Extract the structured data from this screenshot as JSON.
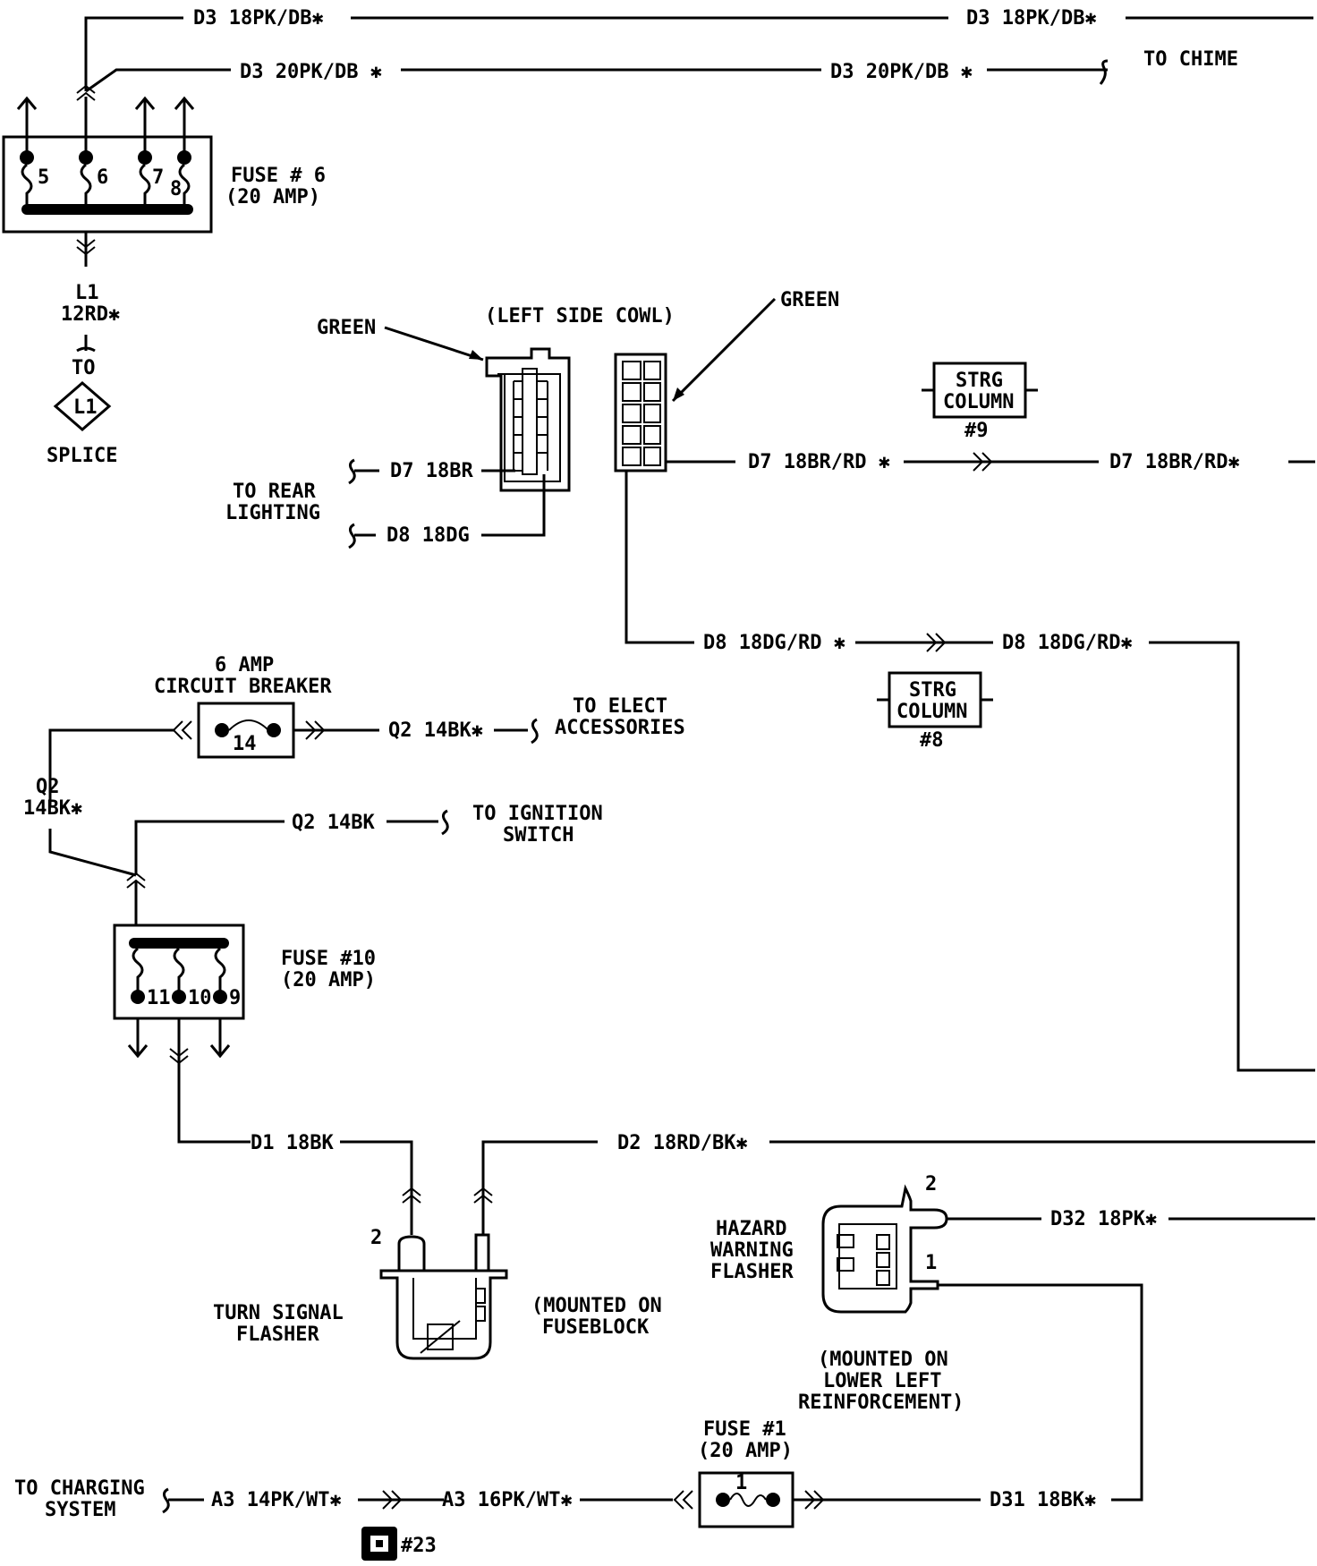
{
  "labels": {
    "d3_18_left": "D3 18PK/DB✱",
    "d3_18_right": "D3 18PK/DB✱",
    "d3_20_left": "D3 20PK/DB ✱",
    "d3_20_right": "D3 20PK/DB ✱",
    "to_chime": "TO CHIME",
    "fuse6_title": "FUSE # 6",
    "fuse6_amp": "(20 AMP)",
    "fuse6_pin5": "5",
    "fuse6_pin6": "6",
    "fuse6_pin7": "7",
    "fuse6_pin8": "8",
    "l1_wire": "L1",
    "l1_gauge": "12RD✱",
    "to_1": "TO",
    "splice_id": "L1",
    "splice": "SPLICE",
    "green_left": "GREEN",
    "left_side_cowl": "(LEFT SIDE COWL)",
    "green_right": "GREEN",
    "strg9_line1": "STRG",
    "strg9_line2": "COLUMN",
    "strg9_num": "#9",
    "d7_18br": "D7 18BR",
    "d8_18dg": "D8 18DG",
    "to_rear_1": "TO REAR",
    "to_rear_2": "LIGHTING",
    "d7_mid": "D7 18BR/RD ✱",
    "d7_right": "D7 18BR/RD✱",
    "d8_mid": "D8 18DG/RD ✱",
    "d8_right": "D8 18DG/RD✱",
    "strg8_line1": "STRG",
    "strg8_line2": "COLUMN",
    "strg8_num": "#8",
    "cb_line1": "6 AMP",
    "cb_line2": "CIRCUIT BREAKER",
    "cb_num": "14",
    "q2_14bk_star": "Q2 14BK✱",
    "to_elect_1": "TO ELECT",
    "to_elect_2": "ACCESSORIES",
    "q2_left_1": "Q2",
    "q2_left_2": "14BK✱",
    "q2_14bk": "Q2 14BK",
    "to_ign_1": "TO IGNITION",
    "to_ign_2": "SWITCH",
    "fuse10_title": "FUSE #10",
    "fuse10_amp": "(20 AMP)",
    "fuse10_pin11": "11",
    "fuse10_pin10": "10",
    "fuse10_pin9": "9",
    "d1_18bk": "D1 18BK",
    "d2_18rd": "D2 18RD/BK✱",
    "tsf_pin2": "2",
    "tsf_1": "TURN SIGNAL",
    "tsf_2": "FLASHER",
    "mounted_fb_1": "(MOUNTED ON",
    "mounted_fb_2": "FUSEBLOCK",
    "hazard_1": "HAZARD",
    "hazard_2": "WARNING",
    "hazard_3": "FLASHER",
    "hwf_pin2": "2",
    "hwf_pin1": "1",
    "d32_18pk": "D32 18PK✱",
    "mounted_ll_1": "(MOUNTED ON",
    "mounted_ll_2": "LOWER LEFT",
    "mounted_ll_3": "REINFORCEMENT)",
    "fuse1_title": "FUSE #1",
    "fuse1_amp": "(20 AMP)",
    "fuse1_num": "1",
    "to_charging_1": "TO CHARGING",
    "to_charging_2": "SYSTEM",
    "a3_14pk": "A3 14PK/WT✱",
    "a3_16pk": "A3 16PK/WT✱",
    "d31_18bk": "D31 18BK✱",
    "ref_23": "#23"
  }
}
